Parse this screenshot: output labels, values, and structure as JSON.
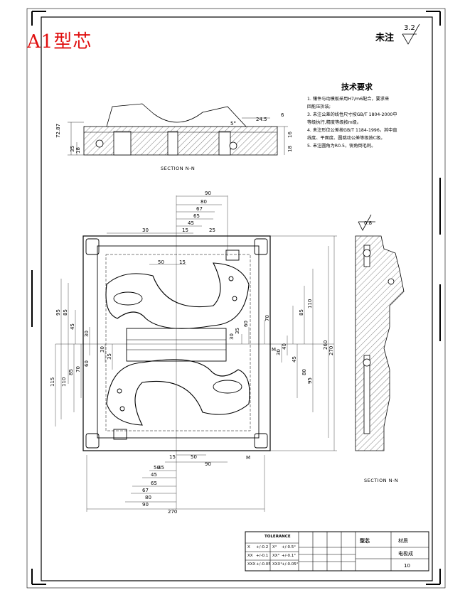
{
  "sheet": {
    "title": "A1型芯",
    "roughness_note": "未注",
    "roughness_value": "3.2"
  },
  "tech_requirements": {
    "title": "技术要求",
    "items": [
      "1. 镶件与动模板采用H7/m6配合，要求来",
      "   回能压拆装;",
      "3. 未注公差的线性尺寸按GB/T 1804-2000中",
      "   等级执行,精度等级按m级。",
      "4. 未注形位公差按GB/T 1184-1996，其中直",
      "   线度、平面度、圆跳动公差等级按C级。",
      "5. 未注圆角为R0.5，锐角倒毛刺。"
    ]
  },
  "section_labels": {
    "top": "SECTION N-N",
    "right": "SECTION N-N"
  },
  "dims": {
    "top_view": [
      "72.87",
      "35",
      "18",
      "24.5",
      "6",
      "5°",
      "16",
      "18"
    ],
    "plan_top": [
      "90",
      "80",
      "67",
      "65",
      "45",
      "30",
      "15",
      "50",
      "15",
      "25"
    ],
    "plan_bottom": [
      "45",
      "15",
      "50",
      "90",
      "50",
      "45",
      "65",
      "67",
      "80",
      "90",
      "270"
    ],
    "plan_left": [
      "95",
      "85",
      "45",
      "30",
      "30",
      "35",
      "60",
      "70",
      "85",
      "110",
      "115"
    ],
    "plan_right": [
      "110",
      "85",
      "70",
      "60",
      "35",
      "30",
      "40",
      "30",
      "45",
      "80",
      "95",
      "260",
      "270"
    ],
    "roughness_side": "0.8",
    "m_marks": [
      "M",
      "M"
    ]
  },
  "title_block": {
    "tolerance_header": "TOLERANCE",
    "tol_rows": [
      [
        "X",
        "+/-0.2",
        "X°",
        "+/-0.5°"
      ],
      [
        "XX",
        "+/-0.1",
        "XX°",
        "+/-0.1°"
      ],
      [
        "XXX",
        "+/-0.05",
        "XXX°",
        "+/-0.05°"
      ]
    ],
    "cells": [
      "型芯",
      "材质",
      "电极成",
      "10"
    ]
  }
}
